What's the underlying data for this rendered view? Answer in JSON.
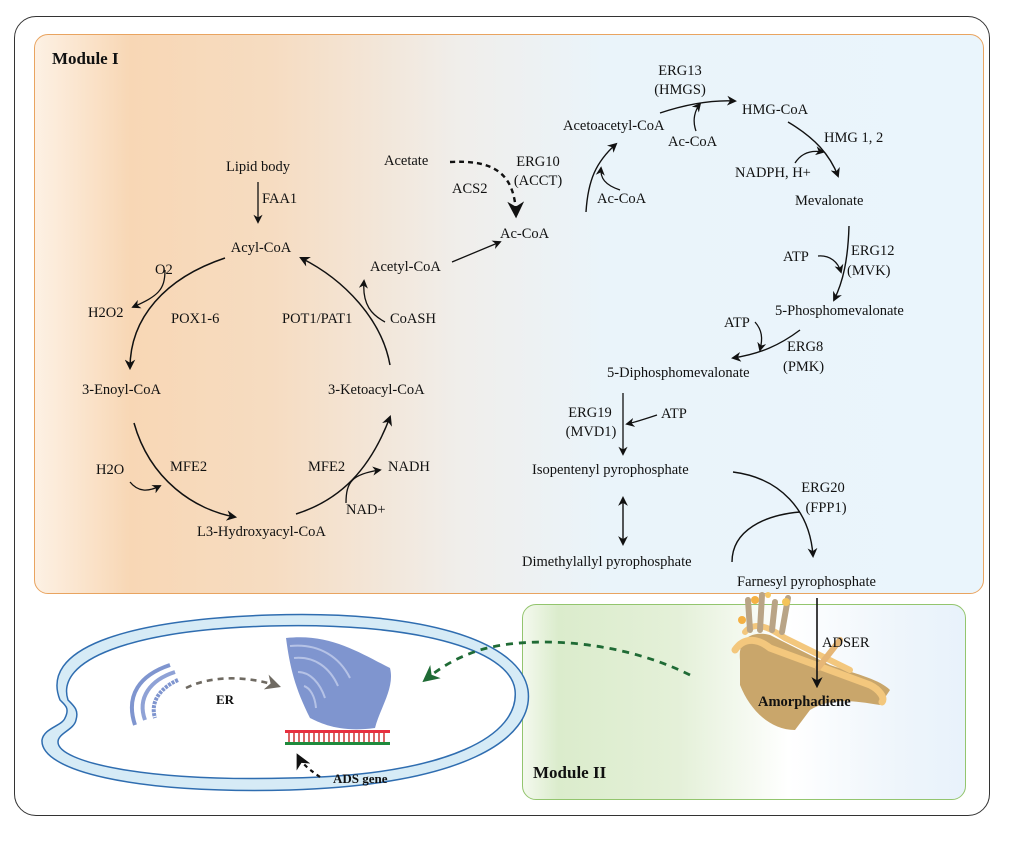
{
  "modules": {
    "module1_title": "Module I",
    "module2_title": "Module II"
  },
  "beta_oxidation": {
    "lipid_body": "Lipid body",
    "faa1": "FAA1",
    "acyl_coa": "Acyl-CoA",
    "o2": "O2",
    "h2o2": "H2O2",
    "pox": "POX1-6",
    "enoyl_coa": "3-Enoyl-CoA",
    "h2o": "H2O",
    "mfe2_left": "MFE2",
    "hydroxyacyl_coa": "L3-Hydroxyacyl-CoA",
    "mfe2_right": "MFE2",
    "nadh": "NADH",
    "nad": "NAD+",
    "ketoacyl_coa": "3-Ketoacyl-CoA",
    "pot": "POT1/PAT1",
    "coash": "CoASH",
    "acetyl_coa": "Acetyl-CoA"
  },
  "mevalonate_pathway": {
    "acetate": "Acetate",
    "acs2": "ACS2",
    "ac_coa_main": "Ac-CoA",
    "erg10": "ERG10",
    "acct": "(ACCT)",
    "ac_coa_1": "Ac-CoA",
    "acetoacetyl_coa": "Acetoacetyl-CoA",
    "erg13": "ERG13",
    "hmgs": "(HMGS)",
    "ac_coa_2": "Ac-CoA",
    "hmg_coa": "HMG-CoA",
    "hmg12": "HMG 1, 2",
    "nadph": "NADPH, H+",
    "mevalonate": "Mevalonate",
    "atp_1": "ATP",
    "erg12": "ERG12",
    "mvk": "(MVK)",
    "phosphomevalonate": "5-Phosphomevalonate",
    "atp_2": "ATP",
    "erg8": "ERG8",
    "pmk": "(PMK)",
    "diphosphomevalonate": "5-Diphosphomevalonate",
    "erg19": "ERG19",
    "mvd1": "(MVD1)",
    "atp_3": "ATP",
    "ipp": "Isopentenyl pyrophosphate",
    "dmapp": "Dimethylallyl pyrophosphate",
    "erg20": "ERG20",
    "fpp1": "(FPP1)",
    "fpp": "Farnesyl pyrophosphate",
    "adser": "ADSER",
    "amorphadiene": "Amorphadiene"
  },
  "cell": {
    "er_label": "ER",
    "ads_gene": "ADS gene"
  },
  "colors": {
    "module1_border": "#e9a460",
    "module2_border": "#93c56e",
    "cell_membrane": "#2f6db0",
    "er_blue": "#7f95cf",
    "golgi_tan": "#c9a66b",
    "dna_red": "#e8303f",
    "dna_green": "#1f8a3c",
    "green_dashed_arrow": "#1f6b35",
    "gray_dashed_arrow": "#6f6a62"
  }
}
